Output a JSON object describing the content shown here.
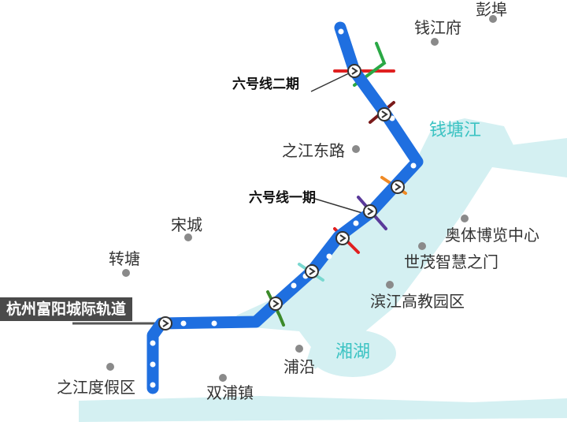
{
  "places": {
    "penghu": "彭埠",
    "qianjiangfu": "钱江府",
    "zhijiang_donglu": "之江东路",
    "songcheng": "宋城",
    "zhuantang": "转塘",
    "aoti_center": "奥体博览中心",
    "shimao": "世茂智慧之门",
    "binjiang_park": "滨江高教园区",
    "puyan": "浦沿",
    "shuangpu": "双浦镇",
    "zhijiang_resort": "之江度假区"
  },
  "water": {
    "qiantang_river": "钱塘江",
    "xiang_lake": "湘湖"
  },
  "line": {
    "phase_two": "六号线二期",
    "phase_one": "六号线一期",
    "intercity": "杭州富阳城际轨道"
  },
  "colors": {
    "line6": "#1f6fe0",
    "river": "#d4f0f2",
    "label_water": "#3cc3c3",
    "banner": "#4a4a4a",
    "transfer_red": "#e02020",
    "transfer_green": "#2aa845",
    "transfer_darkred": "#7a1a1a",
    "transfer_orange": "#f08a24",
    "transfer_purple": "#5a3a9a",
    "transfer_cyan": "#7ad8d0",
    "transfer_olive": "#3c8a2a"
  },
  "icons": [
    "interchange-icon",
    "station-icon"
  ]
}
